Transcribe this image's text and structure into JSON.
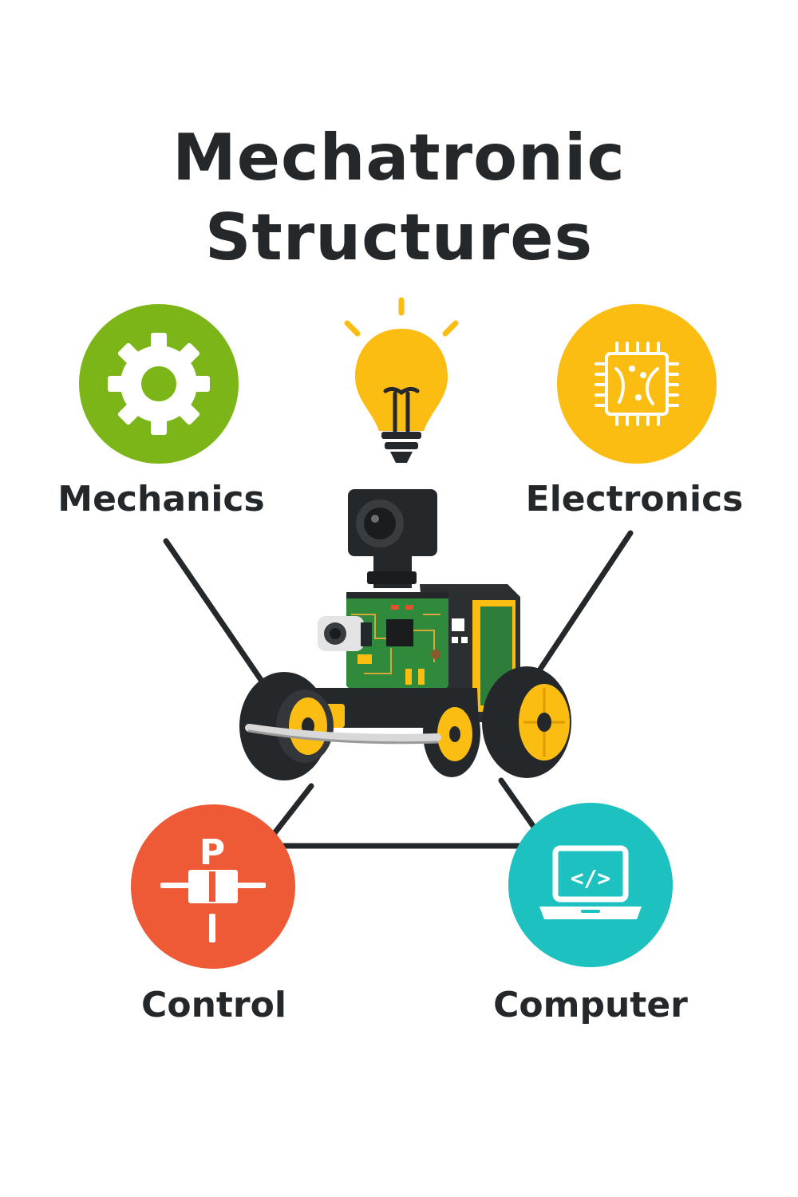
{
  "title": {
    "line1": "Mechatronic",
    "line2": "Structures"
  },
  "nodes": {
    "mechanics": {
      "label": "Mechanics",
      "icon": "gear-icon",
      "color": "#7cb518"
    },
    "electronics": {
      "label": "Electronics",
      "icon": "chip-icon",
      "color": "#fbbd12"
    },
    "control": {
      "label": "Control",
      "icon": "pi-controller-icon",
      "color": "#ef5a36",
      "icon_text": "P"
    },
    "computer": {
      "label": "Computer",
      "icon": "laptop-code-icon",
      "color": "#1dc1c0",
      "icon_text": "</>"
    }
  },
  "center": {
    "icon": "robot-car-icon"
  },
  "top": {
    "icon": "lightbulb-icon",
    "color": "#fbbd12"
  },
  "colors": {
    "text": "#25282b",
    "lines": "#25282b",
    "background": "#ffffff"
  }
}
